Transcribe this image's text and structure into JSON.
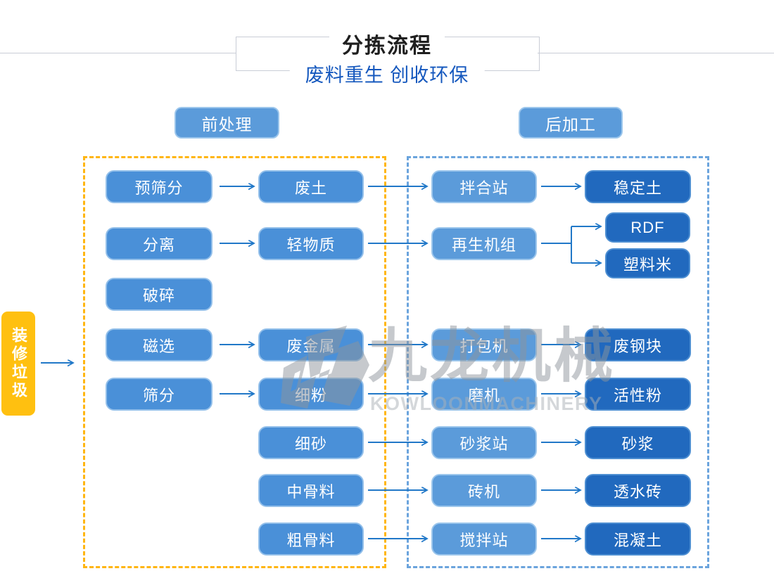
{
  "header": {
    "title": "分拣流程",
    "subtitle": "废料重生 创收环保"
  },
  "section_labels": {
    "pretreatment": "前处理",
    "postprocessing": "后加工"
  },
  "source": {
    "label": "装修垃圾"
  },
  "flow": {
    "pre_col1": [
      "预筛分",
      "分离",
      "破碎",
      "磁选",
      "筛分"
    ],
    "pre_col2": [
      "废土",
      "轻物质",
      "废金属",
      "细粉",
      "细砂",
      "中骨料",
      "粗骨料"
    ],
    "post_col1": [
      "拌合站",
      "再生机组",
      "打包机",
      "磨机",
      "砂浆站",
      "砖机",
      "搅拌站"
    ],
    "post_col2": [
      "稳定土",
      "RDF",
      "塑料米",
      "废钢块",
      "活性粉",
      "砂浆",
      "透水砖",
      "混凝土"
    ]
  },
  "edges": [
    [
      "装修垃圾",
      "前处理"
    ],
    [
      "预筛分",
      "废土"
    ],
    [
      "分离",
      "轻物质"
    ],
    [
      "磁选",
      "废金属"
    ],
    [
      "筛分",
      "细粉"
    ],
    [
      "废土",
      "拌合站"
    ],
    [
      "轻物质",
      "再生机组"
    ],
    [
      "废金属",
      "打包机"
    ],
    [
      "细粉",
      "磨机"
    ],
    [
      "细砂",
      "砂浆站"
    ],
    [
      "中骨料",
      "砖机"
    ],
    [
      "粗骨料",
      "搅拌站"
    ],
    [
      "拌合站",
      "稳定土"
    ],
    [
      "再生机组",
      "RDF"
    ],
    [
      "再生机组",
      "塑料米"
    ],
    [
      "打包机",
      "废钢块"
    ],
    [
      "磨机",
      "活性粉"
    ],
    [
      "砂浆站",
      "砂浆"
    ],
    [
      "砖机",
      "透水砖"
    ],
    [
      "搅拌站",
      "混凝土"
    ]
  ],
  "watermark": {
    "logo": "kowloon-logo",
    "cn": "九龙机械",
    "en": "KOWLOONMACHINERY"
  },
  "colors": {
    "node_light": "#4a90d8",
    "node_mid": "#5b9bda",
    "node_dark": "#2169be",
    "arrow": "#2178c8",
    "pre_box_border": "#ffb612",
    "post_box_border": "#6ba4dd",
    "source_fill": "#ffc010",
    "subtitle_blue": "#1558be",
    "title_black": "#1f1f1f"
  }
}
